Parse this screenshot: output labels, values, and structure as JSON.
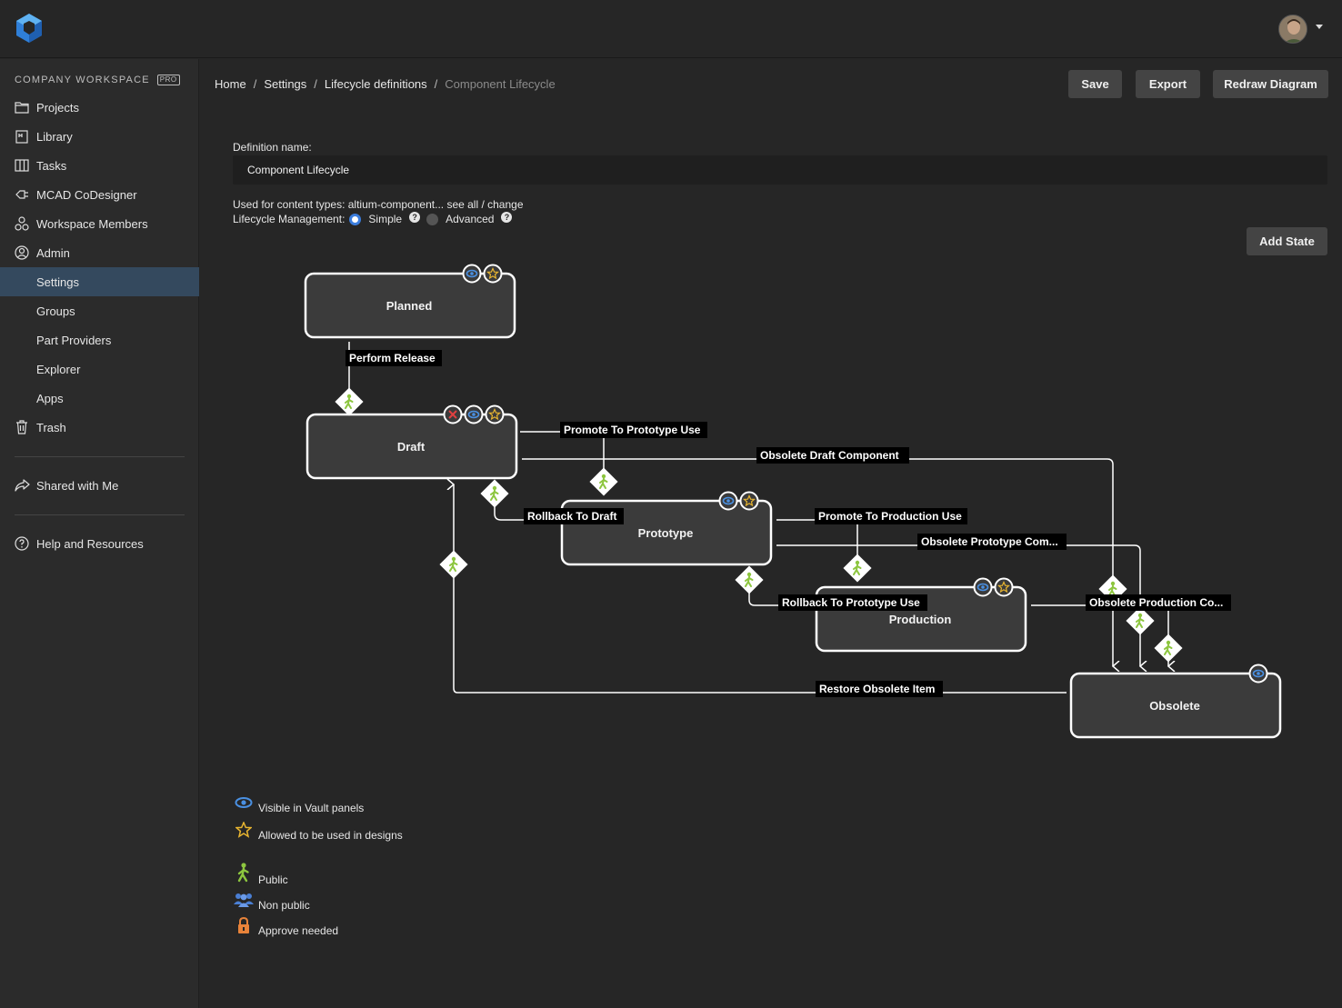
{
  "app": {
    "workspace_label": "COMPANY WORKSPACE",
    "pro_badge": "PRO"
  },
  "sidebar": {
    "items": [
      {
        "label": "Projects",
        "icon": "folder-icon"
      },
      {
        "label": "Library",
        "icon": "library-icon"
      },
      {
        "label": "Tasks",
        "icon": "tasks-icon"
      },
      {
        "label": "MCAD CoDesigner",
        "icon": "mcad-icon"
      },
      {
        "label": "Workspace Members",
        "icon": "members-icon"
      },
      {
        "label": "Admin",
        "icon": "admin-icon"
      }
    ],
    "admin_sub": [
      {
        "label": "Settings",
        "active": true
      },
      {
        "label": "Groups"
      },
      {
        "label": "Part Providers"
      },
      {
        "label": "Explorer"
      },
      {
        "label": "Apps"
      }
    ],
    "trash": "Trash",
    "shared": "Shared with Me",
    "help": "Help and Resources"
  },
  "breadcrumb": {
    "home": "Home",
    "settings": "Settings",
    "lifecycle": "Lifecycle definitions",
    "current": "Component Lifecycle"
  },
  "toolbar": {
    "save": "Save",
    "export": "Export",
    "redraw": "Redraw Diagram",
    "add_state": "Add State"
  },
  "form": {
    "definition_label": "Definition name:",
    "definition_value": "Component Lifecycle",
    "used_for": "Used for content types: altium-component... see all / change",
    "lifecycle_mgmt": "Lifecycle Management:",
    "simple": "Simple",
    "advanced": "Advanced",
    "help_glyph": "?"
  },
  "diagram": {
    "states": [
      {
        "name": "Planned",
        "icons": [
          "eye-icon",
          "star-icon"
        ]
      },
      {
        "name": "Draft",
        "icons": [
          "x-icon",
          "eye-icon",
          "star-icon"
        ]
      },
      {
        "name": "Prototype",
        "icons": [
          "eye-icon",
          "star-icon"
        ]
      },
      {
        "name": "Production",
        "icons": [
          "eye-icon",
          "star-icon"
        ]
      },
      {
        "name": "Obsolete",
        "icons": [
          "eye-icon"
        ]
      }
    ],
    "transitions": [
      "Perform Release",
      "Promote To Prototype Use",
      "Obsolete Draft Component",
      "Rollback To Draft",
      "Promote To Production Use",
      "Obsolete Prototype Com...",
      "Rollback To Prototype Use",
      "Obsolete Production Co...",
      "Restore Obsolete Item"
    ]
  },
  "legend": {
    "visible": "Visible in Vault panels",
    "allowed": "Allowed to be used in designs",
    "public": "Public",
    "non_public": "Non public",
    "approve": "Approve needed"
  },
  "colors": {
    "accent": "#3b7ddd",
    "active_nav": "#34495e",
    "public_icon": "#8dc63f",
    "star": "#e8b530",
    "eye": "#4a90e2",
    "lock": "#e8833a",
    "reject": "#e04040"
  }
}
